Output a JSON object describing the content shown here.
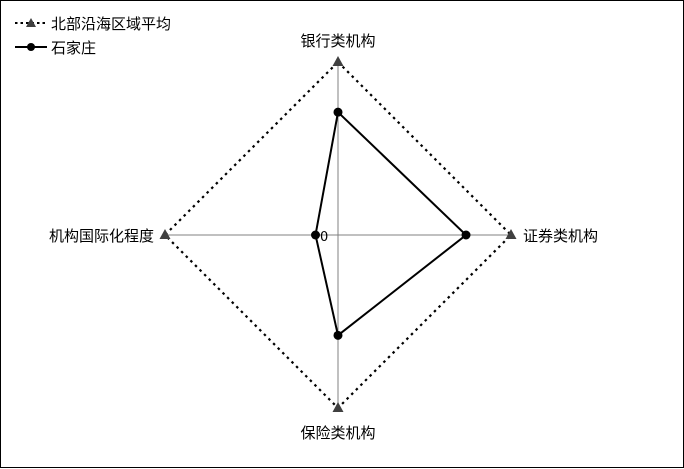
{
  "chart_data": {
    "type": "radar",
    "axes": [
      "银行类机构",
      "证券类机构",
      "保险类机构",
      "机构国际化程度"
    ],
    "tick_labels": [
      "0"
    ],
    "range": [
      0,
      1
    ],
    "series": [
      {
        "name": "北部沿海区域平均",
        "values": [
          1.0,
          1.0,
          1.0,
          1.0
        ],
        "line_style": "dotted",
        "marker": "triangle",
        "color": "#000000"
      },
      {
        "name": "石家庄",
        "values": [
          0.71,
          0.74,
          0.58,
          0.13
        ],
        "line_style": "solid",
        "marker": "circle",
        "color": "#000000"
      }
    ],
    "legend_position": "top-left",
    "axis_color": "#808080"
  }
}
